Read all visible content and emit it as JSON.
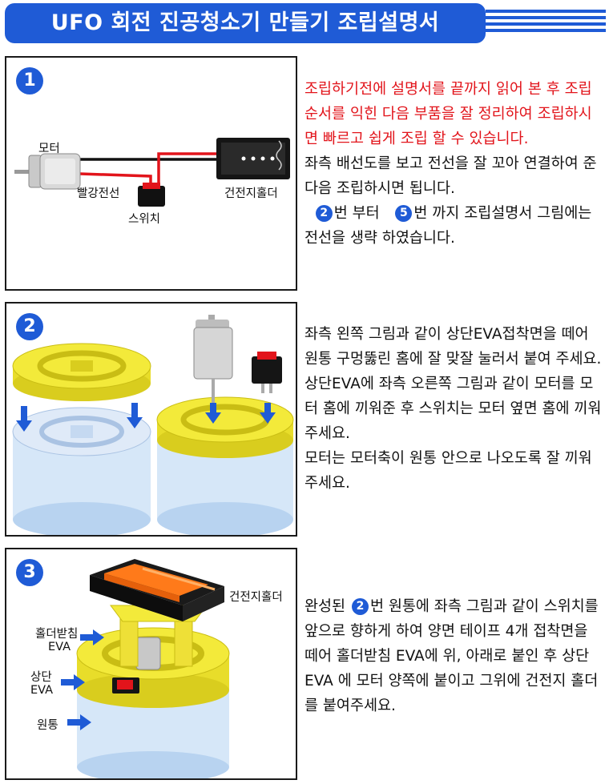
{
  "header": {
    "title": "UFO 회전 진공청소기 만들기 조립설명서"
  },
  "steps": [
    {
      "number": "1",
      "labels": {
        "motor": "모터",
        "red_wire": "빨강전선",
        "switch": "스위치",
        "battery_holder": "건전지홀더"
      },
      "text": {
        "warning": "조립하기전에 설명서를 끝까지 읽어 본 후 조립순서를 익힌 다음 부품을 잘 정리하여 조립하시면 빠르고 쉽게 조립 할 수 있습니다.",
        "line1": "좌측 배선도를 보고 전선을 잘 꼬아 연결하여 준 다음 조립하시면 됩니다.",
        "ref_a": "2",
        "part_a": "번 부터",
        "ref_b": "5",
        "part_b": "번 까지 조립설명서 그림에는 전선을 생략 하였습니다."
      }
    },
    {
      "number": "2",
      "text": "좌측 왼쪽 그림과 같이 상단EVA접착면을 떼어 원통 구멍뚫린 홈에 잘 맞잘 눌러서 붙여 주세요.\n상단EVA에 좌측 오른쪽 그림과 같이 모터를 모터 홈에 끼워준 후 스위치는 모터 옆면 홈에 끼워 주세요.\n모터는 모터축이 원통 안으로 나오도록 잘 끼워 주세요."
    },
    {
      "number": "3",
      "labels": {
        "battery_holder": "건전지홀더",
        "holder_eva_1": "홀더받침",
        "holder_eva_2": "EVA",
        "top_eva_1": "상단",
        "top_eva_2": "EVA",
        "cylinder": "원통"
      },
      "text": {
        "part1": "완성된",
        "ref": "2",
        "part2": "번 원통에 좌측 그림과 같이 스위치를 앞으로 향하게 하여 양면 테이프 4개 접착면을 떼어 홀더받침 EVA에 위, 아래로 붙인 후 상단EVA 에 모터 양쪽에 붙이고 그위에 건전지 홀더를 붙여주세요."
      }
    }
  ],
  "colors": {
    "accent": "#1f5bd6",
    "warning": "#e2141b",
    "eva": "#f3ea3a",
    "cylinder": "#cfe3f7"
  }
}
